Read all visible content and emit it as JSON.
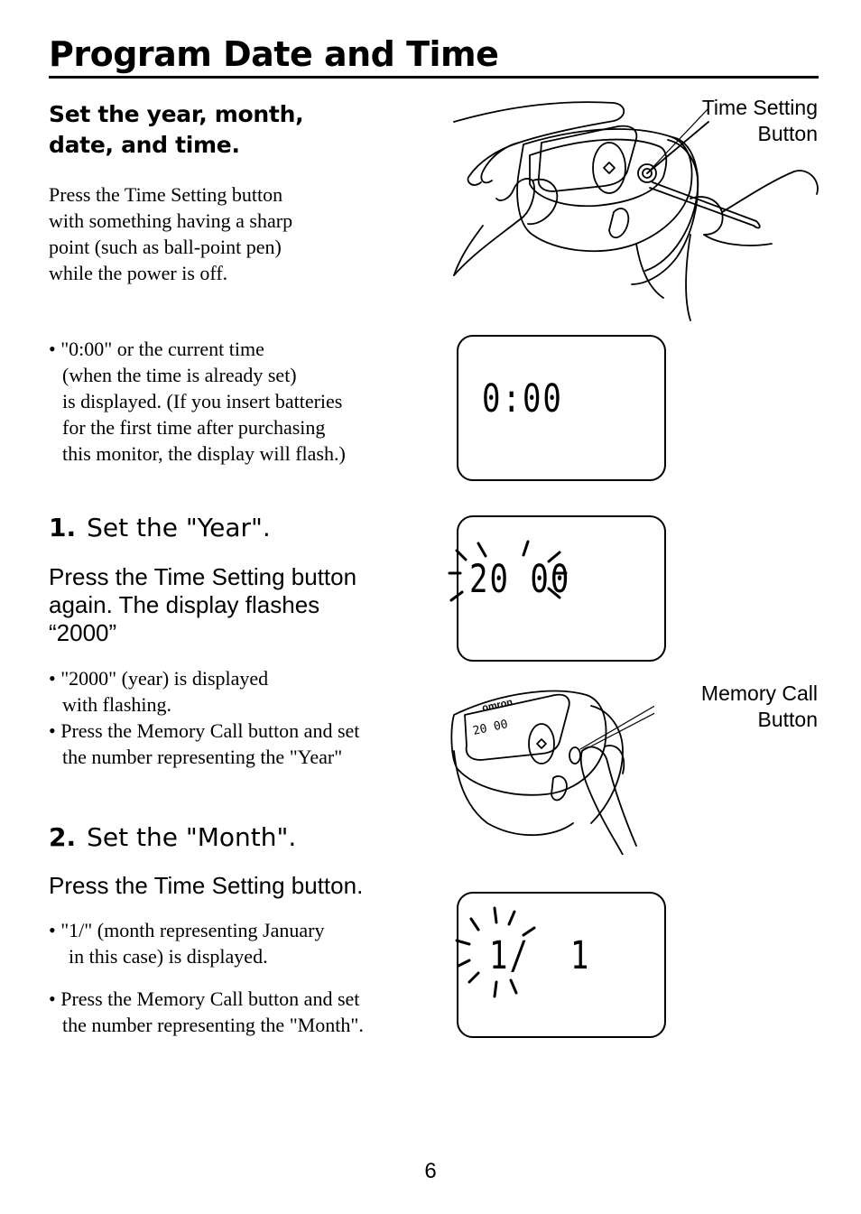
{
  "page": {
    "title": "Program Date and Time",
    "subhead_line1": "Set the year, month,",
    "subhead_line2": "date, and time.",
    "intro": [
      "Press the Time Setting button",
      "with something having a sharp",
      "point (such as ball-point pen)",
      "while the power is off."
    ],
    "bullet_time": [
      "• \"0:00\" or the current time",
      "(when the time is already set)",
      "is displayed. (If you insert batteries",
      "for the first time after purchasing",
      "this monitor, the display will flash.)"
    ],
    "step1": {
      "number": "1.",
      "heading": "Set the \"Year\".",
      "instruction": [
        "Press the Time Setting button",
        "again. The display flashes",
        "“2000”"
      ],
      "bullets": [
        [
          "• \"2000\" (year) is displayed",
          "with flashing."
        ],
        [
          "• Press the Memory Call button and set",
          "the number representing the \"Year\""
        ]
      ]
    },
    "step2": {
      "number": "2.",
      "heading": "Set the \"Month\".",
      "instruction": "Press the Time Setting button.",
      "bullets": [
        [
          "• \"1/\" (month representing January",
          "in this case) is displayed."
        ],
        [
          "• Press the Memory Call button and set",
          "the number representing the \"Month\"."
        ]
      ]
    },
    "labels": {
      "time_setting": [
        "Time Setting",
        "Button"
      ],
      "memory_call": [
        "Memory Call",
        "Button"
      ]
    },
    "displays": {
      "time": "0:00",
      "year": "20 00",
      "month": "1/  1",
      "device_small": "20 00",
      "brand": "omron"
    },
    "page_number": "6"
  }
}
